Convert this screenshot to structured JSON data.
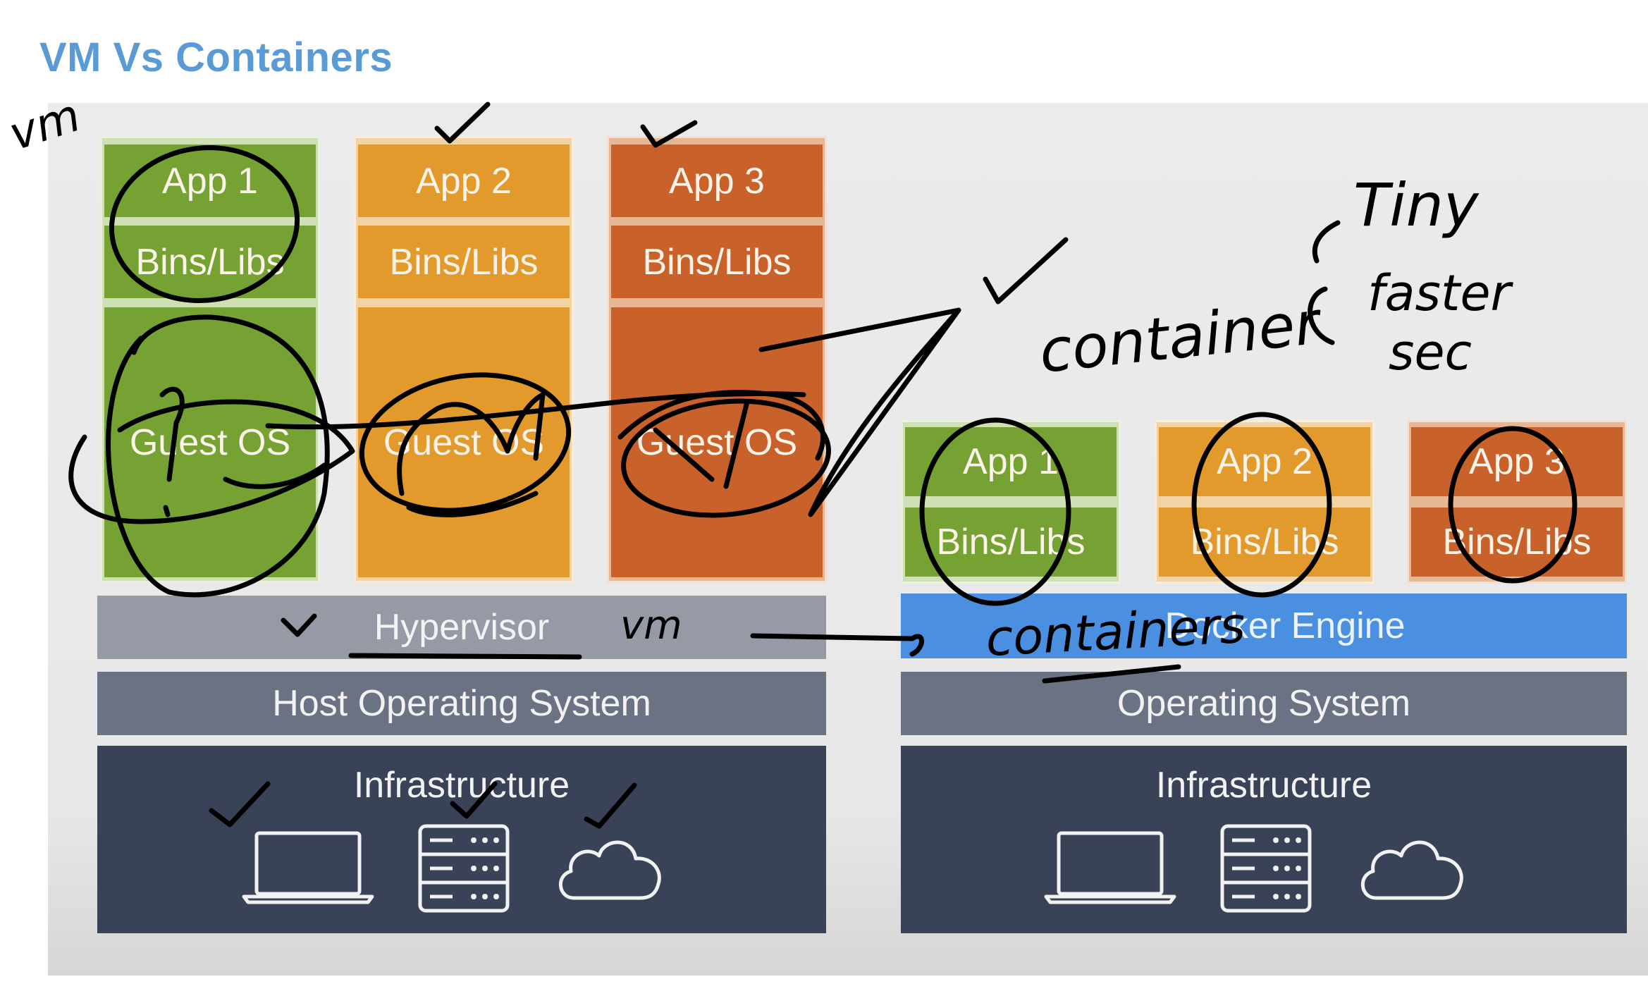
{
  "title": "VM Vs Containers",
  "vm_side": {
    "apps": [
      {
        "app": "App 1",
        "libs": "Bins/Libs",
        "os": "Guest OS",
        "color": "#76a234"
      },
      {
        "app": "App 2",
        "libs": "Bins/Libs",
        "os": "Guest OS",
        "color": "#e39a2d"
      },
      {
        "app": "App 3",
        "libs": "Bins/Libs",
        "os": "Guest OS",
        "color": "#c9612a"
      }
    ],
    "hypervisor": "Hypervisor",
    "host_os": "Host Operating System",
    "infrastructure": "Infrastructure",
    "infra_icons": [
      "laptop-icon",
      "server-icon",
      "cloud-icon"
    ]
  },
  "container_side": {
    "apps": [
      {
        "app": "App 1",
        "libs": "Bins/Libs",
        "color": "#76a234"
      },
      {
        "app": "App 2",
        "libs": "Bins/Libs",
        "color": "#e39a2d"
      },
      {
        "app": "App 3",
        "libs": "Bins/Libs",
        "color": "#c9612a"
      }
    ],
    "engine": "Docker Engine",
    "os": "Operating System",
    "infrastructure": "Infrastructure",
    "infra_icons": [
      "laptop-icon",
      "server-icon",
      "cloud-icon"
    ]
  },
  "handwriting": {
    "vm_label": "vm",
    "vm_arrow_label": "vm",
    "containers_label": "containers",
    "container_note": "container",
    "tiny": "Tiny",
    "faster": "faster",
    "sec": "sec"
  }
}
